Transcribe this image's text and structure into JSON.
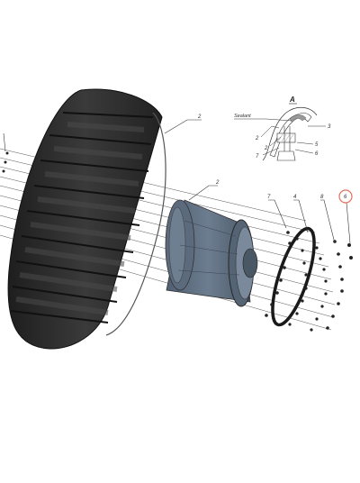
{
  "detail": {
    "title": "A",
    "sealant_label": "Sealant",
    "callouts": [
      "2",
      "3",
      "2",
      "5",
      "7",
      "6"
    ]
  },
  "main_callouts": {
    "tire": "2",
    "hub": "2",
    "bolts": "7",
    "oring": "4",
    "washers": "8",
    "nuts_highlighted": "6"
  },
  "colors": {
    "tire_dark": "#2a2a2a",
    "tire_mid": "#3d3d3d",
    "hub_body": "#5e6d80",
    "hub_dark": "#46525f",
    "hub_light": "#7f8ea0",
    "highlight_ring": "#e07060"
  },
  "icons": {
    "highlight": "circle-highlight-icon"
  }
}
